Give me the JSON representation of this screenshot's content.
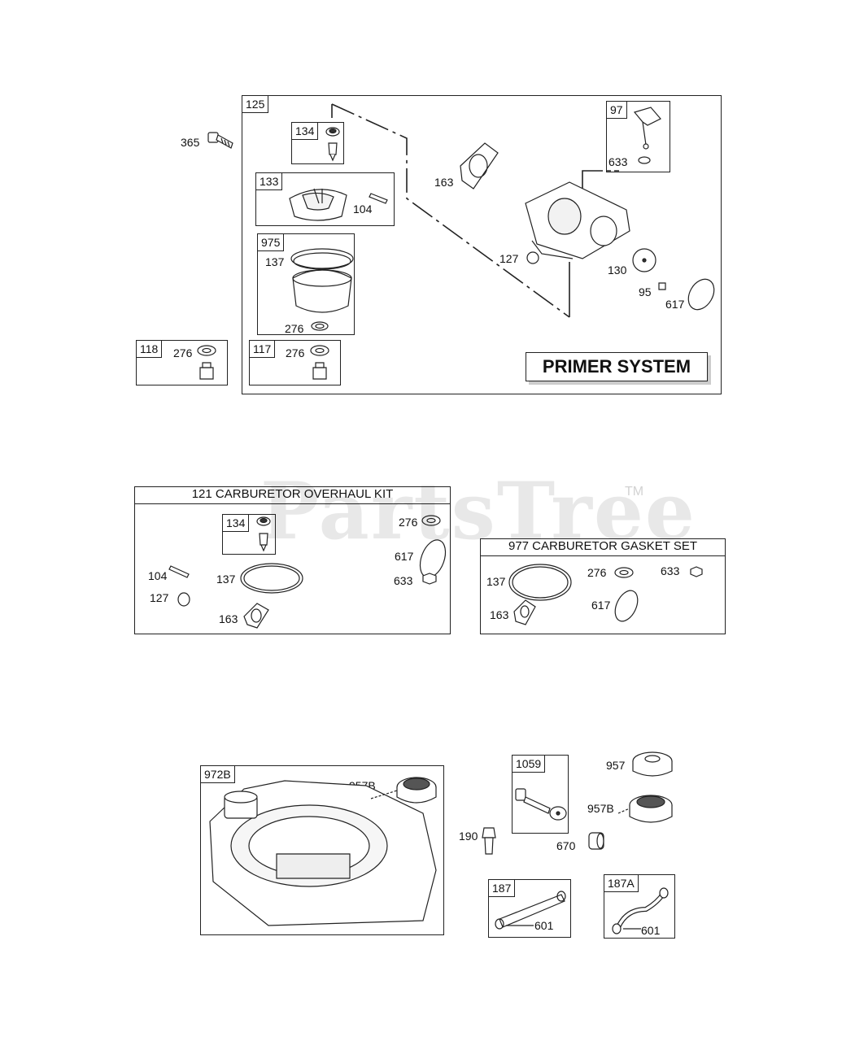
{
  "watermark": {
    "text": "PartsTree",
    "tm": "TM"
  },
  "primer_section": {
    "title": "PRIMER SYSTEM",
    "labels": {
      "p125": "125",
      "p134": "134",
      "p133": "133",
      "p104": "104",
      "p975": "975",
      "p137": "137",
      "p276a": "276",
      "p118": "118",
      "p276b": "276",
      "p117": "117",
      "p276c": "276",
      "p365": "365",
      "p163": "163",
      "p97": "97",
      "p633": "633",
      "p127": "127",
      "p130": "130",
      "p95": "95",
      "p617": "617"
    }
  },
  "overhaul_kit": {
    "title": "121 CARBURETOR OVERHAUL KIT",
    "labels": {
      "p134": "134",
      "p276": "276",
      "p617": "617",
      "p633": "633",
      "p104": "104",
      "p137": "137",
      "p127": "127",
      "p163": "163"
    }
  },
  "gasket_set": {
    "title": "977 CARBURETOR GASKET SET",
    "labels": {
      "p137": "137",
      "p276": "276",
      "p633": "633",
      "p617": "617",
      "p163": "163"
    }
  },
  "tank_section": {
    "labels": {
      "p972b": "972B",
      "p957b_a": "957B",
      "p1059": "1059",
      "p957": "957",
      "p957b_b": "957B",
      "p190": "190",
      "p670": "670",
      "p187": "187",
      "p601a": "601",
      "p187a": "187A",
      "p601b": "601"
    }
  }
}
